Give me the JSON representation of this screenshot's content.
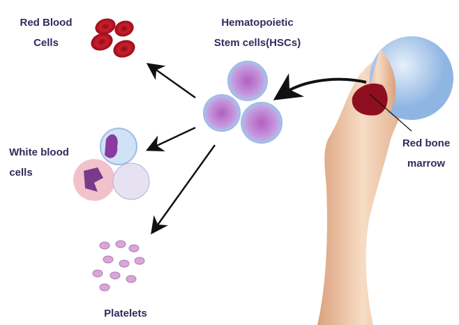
{
  "labels": {
    "rbc_line1": "Red Blood",
    "rbc_line2": "Cells",
    "hsc_line1": "Hematopoietic",
    "hsc_line2": "Stem cells(HSCs)",
    "wbc_line1": "White blood",
    "wbc_line2": "cells",
    "marrow_line1": "Red bone",
    "marrow_line2": "marrow",
    "platelets": "Platelets"
  },
  "colors": {
    "label": "#2e2d5c",
    "rbc": "#a8101c",
    "stem_cell": "#b9a6e0",
    "bone": "#f0c9a8",
    "femur_head": "#b9d4f0",
    "marrow": "#8e1020",
    "arrow": "#111111"
  }
}
